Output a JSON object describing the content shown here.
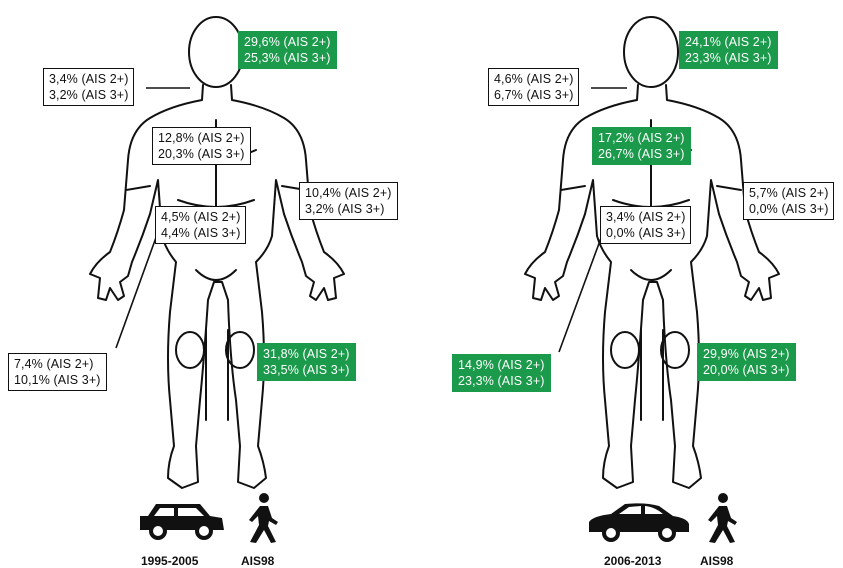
{
  "colors": {
    "highlight": "#1a9a4a",
    "outline": "#111111",
    "background": "#ffffff"
  },
  "panels": [
    {
      "period": "1995-2005",
      "standard": "AIS98",
      "vehicle_icon": "car-old-icon",
      "pedestrian_icon": "pedestrian-icon",
      "regions": {
        "head": {
          "ais2": "29,6% (AIS 2+)",
          "ais3": "25,3% (AIS 3+)",
          "highlighted": true
        },
        "neck": {
          "ais2": "3,4% (AIS 2+)",
          "ais3": "3,2% (AIS 3+)",
          "highlighted": false
        },
        "thorax": {
          "ais2": "12,8% (AIS 2+)",
          "ais3": "20,3% (AIS 3+)",
          "highlighted": false
        },
        "arms": {
          "ais2": "10,4% (AIS 2+)",
          "ais3": "3,2% (AIS 3+)",
          "highlighted": false
        },
        "abdomen": {
          "ais2": "4,5% (AIS 2+)",
          "ais3": "4,4% (AIS 3+)",
          "highlighted": false
        },
        "pelvis": {
          "ais2": "7,4% (AIS 2+)",
          "ais3": "10,1% (AIS 3+)",
          "highlighted": false
        },
        "legs": {
          "ais2": "31,8% (AIS 2+)",
          "ais3": "33,5% (AIS 3+)",
          "highlighted": true
        }
      }
    },
    {
      "period": "2006-2013",
      "standard": "AIS98",
      "vehicle_icon": "car-new-icon",
      "pedestrian_icon": "pedestrian-icon",
      "regions": {
        "head": {
          "ais2": "24,1% (AIS 2+)",
          "ais3": "23,3% (AIS 3+)",
          "highlighted": true
        },
        "neck": {
          "ais2": "4,6% (AIS 2+)",
          "ais3": "6,7% (AIS 3+)",
          "highlighted": false
        },
        "thorax": {
          "ais2": "17,2% (AIS 2+)",
          "ais3": "26,7% (AIS 3+)",
          "highlighted": true
        },
        "arms": {
          "ais2": "5,7% (AIS 2+)",
          "ais3": "0,0% (AIS 3+)",
          "highlighted": false
        },
        "abdomen": {
          "ais2": "3,4% (AIS 2+)",
          "ais3": "0,0% (AIS 3+)",
          "highlighted": false
        },
        "pelvis": {
          "ais2": "14,9% (AIS 2+)",
          "ais3": "23,3% (AIS 3+)",
          "highlighted": true
        },
        "legs": {
          "ais2": "29,9% (AIS 2+)",
          "ais3": "20,0% (AIS 3+)",
          "highlighted": true
        }
      }
    }
  ]
}
